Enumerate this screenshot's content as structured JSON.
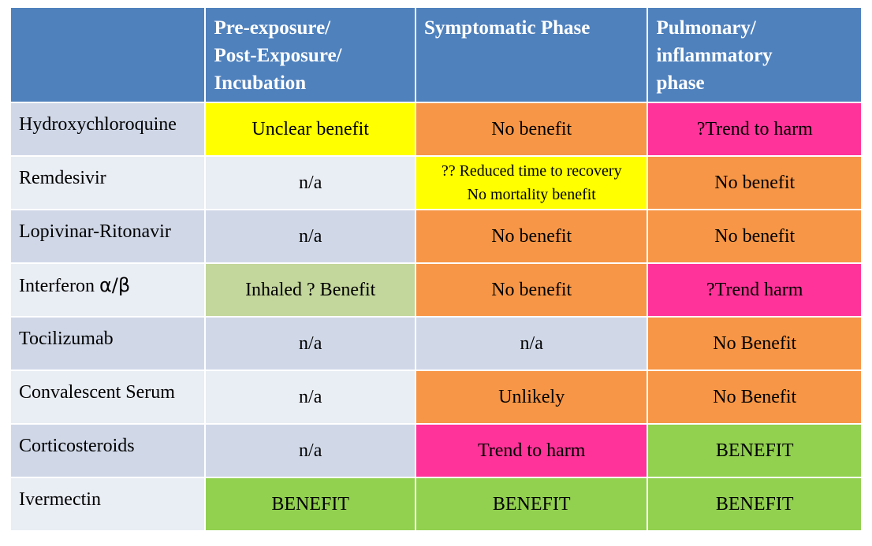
{
  "header": {
    "corner": "",
    "col1": [
      "Pre-exposure/",
      "Post-Exposure/",
      "Incubation"
    ],
    "col2": [
      "Symptomatic Phase"
    ],
    "col3": [
      "Pulmonary/",
      "inflammatory",
      "phase"
    ]
  },
  "rows": [
    {
      "drug": "Hydroxychloroquine",
      "cells": [
        {
          "text": "Unclear benefit",
          "color": "#ffff00"
        },
        {
          "text": "No benefit",
          "color": "#f79646"
        },
        {
          "text": "?Trend to harm",
          "color": "#ff3399"
        }
      ]
    },
    {
      "drug": "Remdesivir",
      "cells": [
        {
          "text": "n/a",
          "color": ""
        },
        {
          "lines": [
            "?? Reduced time to recovery",
            "No mortality benefit"
          ],
          "color": "#ffff00"
        },
        {
          "text": "No benefit",
          "color": "#f79646"
        }
      ]
    },
    {
      "drug": "Lopivinar-Ritonavir",
      "cells": [
        {
          "text": "n/a",
          "color": ""
        },
        {
          "text": "No benefit",
          "color": "#f79646"
        },
        {
          "text": "No benefit",
          "color": "#f79646"
        }
      ]
    },
    {
      "drug": "Interferon",
      "drug_greek": "α/β",
      "cells": [
        {
          "text": "Inhaled ? Benefit",
          "color": "#c3d69b"
        },
        {
          "text": "No benefit",
          "color": "#f79646"
        },
        {
          "text": "?Trend harm",
          "color": "#ff3399"
        }
      ]
    },
    {
      "drug": "Tocilizumab",
      "cells": [
        {
          "text": "n/a",
          "color": ""
        },
        {
          "text": "n/a",
          "color": ""
        },
        {
          "text": "No Benefit",
          "color": "#f79646"
        }
      ]
    },
    {
      "drug": "Convalescent Serum",
      "cells": [
        {
          "text": "n/a",
          "color": ""
        },
        {
          "text": "Unlikely",
          "color": "#f79646"
        },
        {
          "text": "No Benefit",
          "color": "#f79646"
        }
      ]
    },
    {
      "drug": "Corticosteroids",
      "cells": [
        {
          "text": "n/a",
          "color": ""
        },
        {
          "text": "Trend to harm",
          "color": "#ff3399"
        },
        {
          "text": "BENEFIT",
          "color": "#92d050"
        }
      ]
    },
    {
      "drug": "Ivermectin",
      "cells": [
        {
          "text": "BENEFIT",
          "color": "#92d050"
        },
        {
          "text": "BENEFIT",
          "color": "#92d050"
        },
        {
          "text": "BENEFIT",
          "color": "#92d050"
        }
      ]
    }
  ]
}
